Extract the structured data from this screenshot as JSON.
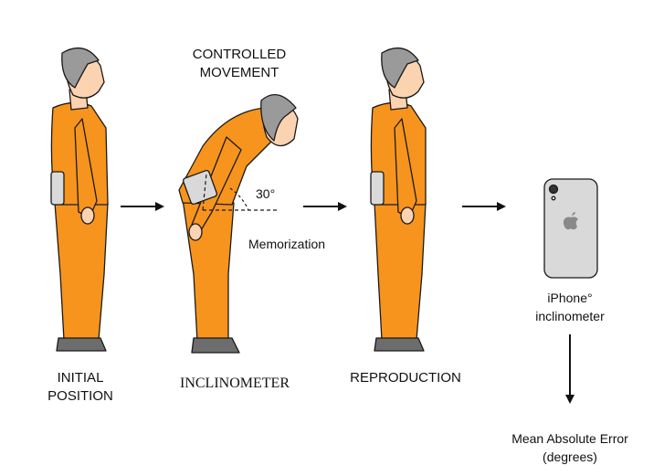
{
  "labels": {
    "controlled_line1": "CONTROLLED",
    "controlled_line2": "MOVEMENT",
    "angle": "30°",
    "memorization": "Memorization",
    "initial_line1": "INITIAL",
    "initial_line2": "POSITION",
    "inclinometer": "INCLINOMETER",
    "reproduction": "REPRODUCTION",
    "iphone_line1": "iPhone°",
    "iphone_line2": "inclinometer",
    "mae_line1": "Mean Absolute Error",
    "mae_line2": "(degrees)"
  },
  "colors": {
    "shirt": "#f7941d",
    "pants": "#f7941d",
    "skin": "#fbd3b0",
    "hair": "#9a9a9a",
    "shoes": "#6d6d6d",
    "phone_body": "#d9d9d9",
    "outline": "#1a1a1a"
  }
}
